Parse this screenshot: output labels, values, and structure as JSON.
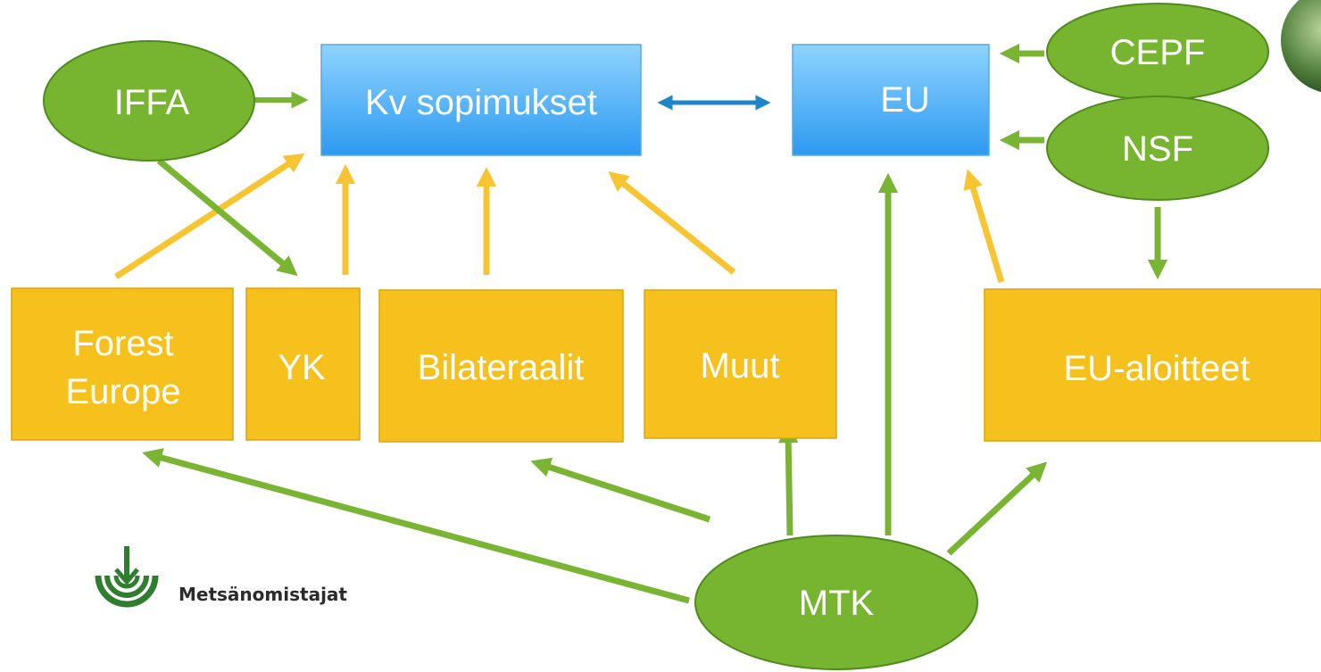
{
  "colors": {
    "blue_top": "#8fd3ff",
    "blue_bottom": "#2d9af0",
    "blue_stroke": "#5aa8e0",
    "yellow_fill": "#f6c11c",
    "yellow_stroke": "#d9a60e",
    "green_fill": "#77b530",
    "green_stroke": "#4e8a1e",
    "arrow_yellow": "#f7c531",
    "arrow_green": "#79b433",
    "arrow_blue": "#1c86c8"
  },
  "nodes": {
    "kv_sopimukset": "Kv sopimukset",
    "eu": "EU",
    "iffa": "IFFA",
    "cepf": "CEPF",
    "nsf": "NSF",
    "forest_europe_line1": "Forest",
    "forest_europe_line2": "Europe",
    "yk": "YK",
    "bilateraalit": "Bilateraalit",
    "muut": "Muut",
    "eu_aloitteet": "EU-aloitteet",
    "mtk": "MTK"
  },
  "logo": {
    "text": "Metsänomistajat",
    "icon": "forest-owners-logo-icon"
  }
}
